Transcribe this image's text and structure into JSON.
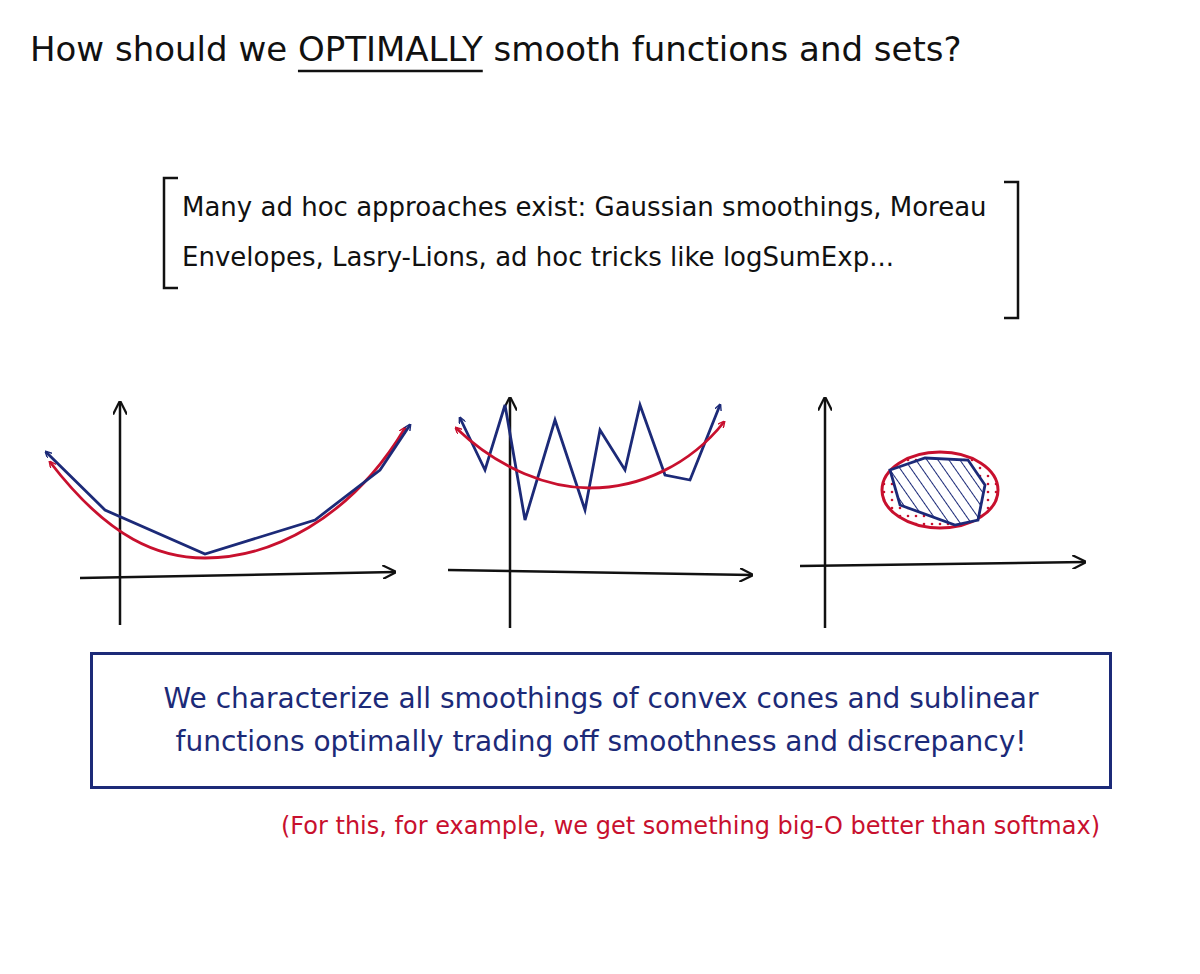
{
  "diagram": {
    "title": "How should we OPTIMALLY smooth functions and sets?",
    "nodes": [
      {
        "text": [
          "We characterize all smoothings of convex cones and sublinear functions optimally trading off smoothness and discrepancy!"
        ]
      }
    ],
    "labels": [
      "Many ad hoc approaches exist: Gaussian smoothings, Moreau Envelopes, Lasry-Lions, ad hoc tricks like logSumExp...",
      "(For this, for example, we get something big-O better than softmax)"
    ]
  }
}
